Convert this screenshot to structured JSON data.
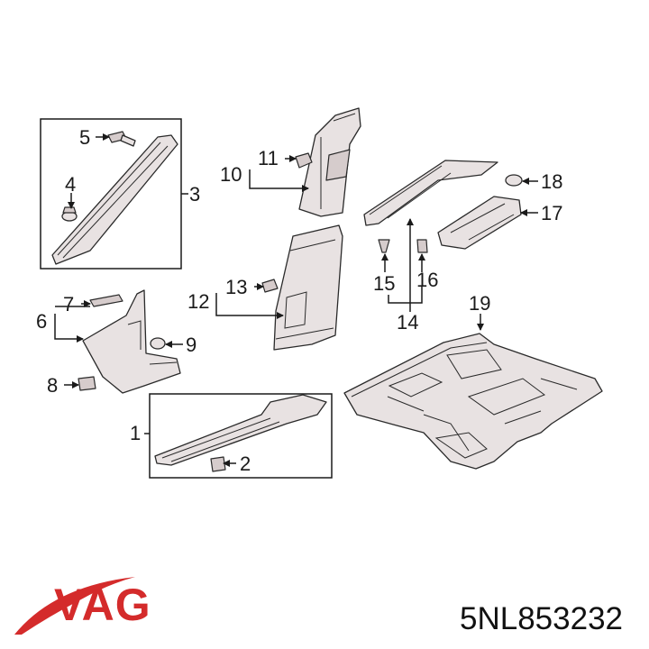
{
  "callouts": {
    "c1": "1",
    "c2": "2",
    "c3": "3",
    "c4": "4",
    "c5": "5",
    "c6": "6",
    "c7": "7",
    "c8": "8",
    "c9": "9",
    "c10": "10",
    "c11": "11",
    "c12": "12",
    "c13": "13",
    "c14": "14",
    "c15": "15",
    "c16": "16",
    "c17": "17",
    "c18": "18",
    "c19": "19"
  },
  "brand": {
    "logo_text": "VAG",
    "logo_color": "#d42b2b"
  },
  "part_number": "5NL853232"
}
